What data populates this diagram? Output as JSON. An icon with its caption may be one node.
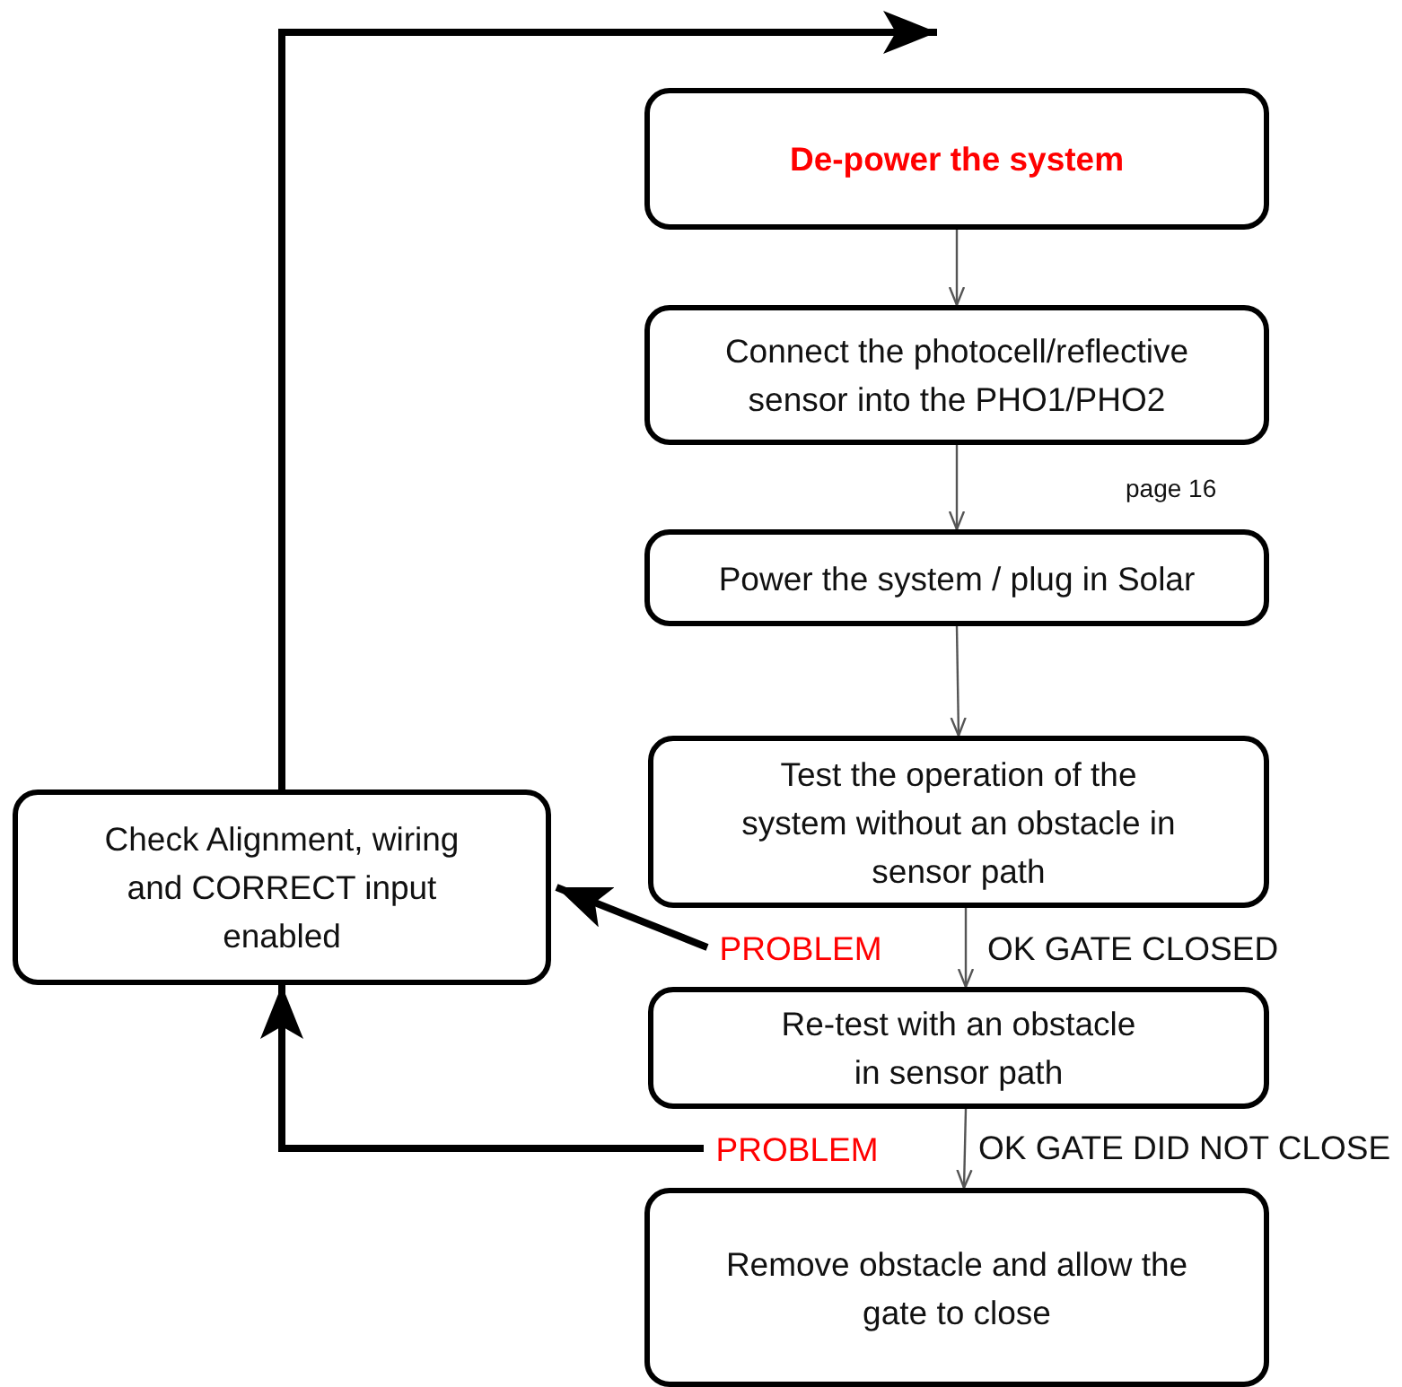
{
  "diagram": {
    "nodes": [
      {
        "text": [
          "De-power the system"
        ]
      },
      {
        "text": [
          "Connect the photocell/reflective sensor into the PHO1/PHO2"
        ],
        "beside": [
          "page  16"
        ]
      },
      {
        "text": [
          "Power the system / plug in Solar"
        ]
      },
      {
        "text": [
          "Test the operation of the system without an obstacle in sensor path"
        ]
      },
      {
        "text": [
          "Check Alignment, wiring and CORRECT input enabled"
        ]
      },
      {
        "text": [
          "PROBLEM"
        ]
      },
      {
        "text": [
          "Re-test with an obstacle in sensor path"
        ]
      },
      {
        "text": [
          "PROBLEM"
        ]
      },
      {
        "text": [
          "Remove obstacle and allow the gate to close"
        ]
      }
    ],
    "edges": [
      {
        "from": 0,
        "to": 1,
        "arrow": "to"
      },
      {
        "from": 1,
        "to": 2,
        "arrow": "to"
      },
      {
        "from": 2,
        "to": 3,
        "arrow": "to"
      },
      {
        "from": 3,
        "to": 6,
        "arrow": "to",
        "label": "OK GATE CLOSED"
      },
      {
        "from": 6,
        "to": 8,
        "arrow": "to",
        "label": "OK GATE DID NOT CLOSE"
      },
      {
        "from": 5,
        "to": 4,
        "arrow": "to",
        "style": "thick"
      },
      {
        "from": 7,
        "to": 4,
        "arrow": "to",
        "style": "thick"
      },
      {
        "from": 4,
        "to": 0,
        "arrow": "to",
        "style": "thick"
      }
    ]
  }
}
